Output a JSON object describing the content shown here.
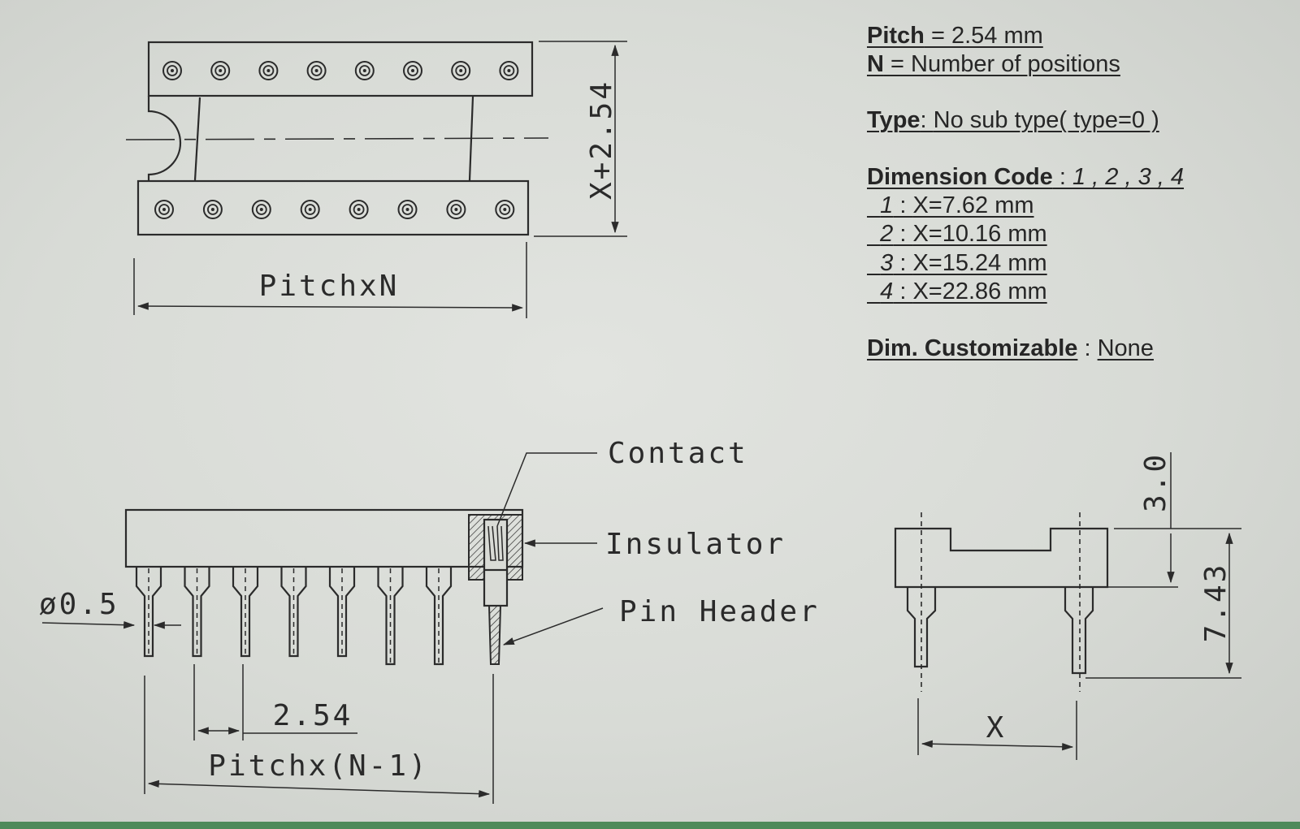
{
  "specs": {
    "pitch": {
      "key": "Pitch",
      "value": "2.54  mm"
    },
    "n": {
      "key": "N",
      "value": "Number of positions"
    },
    "type": {
      "key": "Type",
      "value": "No sub type( type=0 )"
    },
    "dimension_code": {
      "key": "Dimension Code",
      "value": "1 , 2 , 3 , 4",
      "options": [
        {
          "code": "1",
          "value": "X=7.62   mm"
        },
        {
          "code": "2",
          "value": "X=10.16 mm"
        },
        {
          "code": "3",
          "value": "X=15.24 mm"
        },
        {
          "code": "4",
          "value": "X=22.86 mm"
        }
      ]
    },
    "dim_customizable": {
      "key": "Dim. Customizable",
      "value": "None"
    }
  },
  "drawing": {
    "top_view": {
      "height_label": "X+2.54",
      "width_label": "PitchxN",
      "holes_per_row": 8
    },
    "side_view": {
      "callouts": [
        "Contact",
        "Insulator",
        "Pin Header"
      ],
      "pin_diameter_label": "ø0.5",
      "pitch_label": "2.54",
      "span_label": "Pitchx(N-1)",
      "pin_count": 8
    },
    "end_view": {
      "x_label": "X",
      "body_height_label": "3.0",
      "total_height_label": "7.43"
    }
  }
}
